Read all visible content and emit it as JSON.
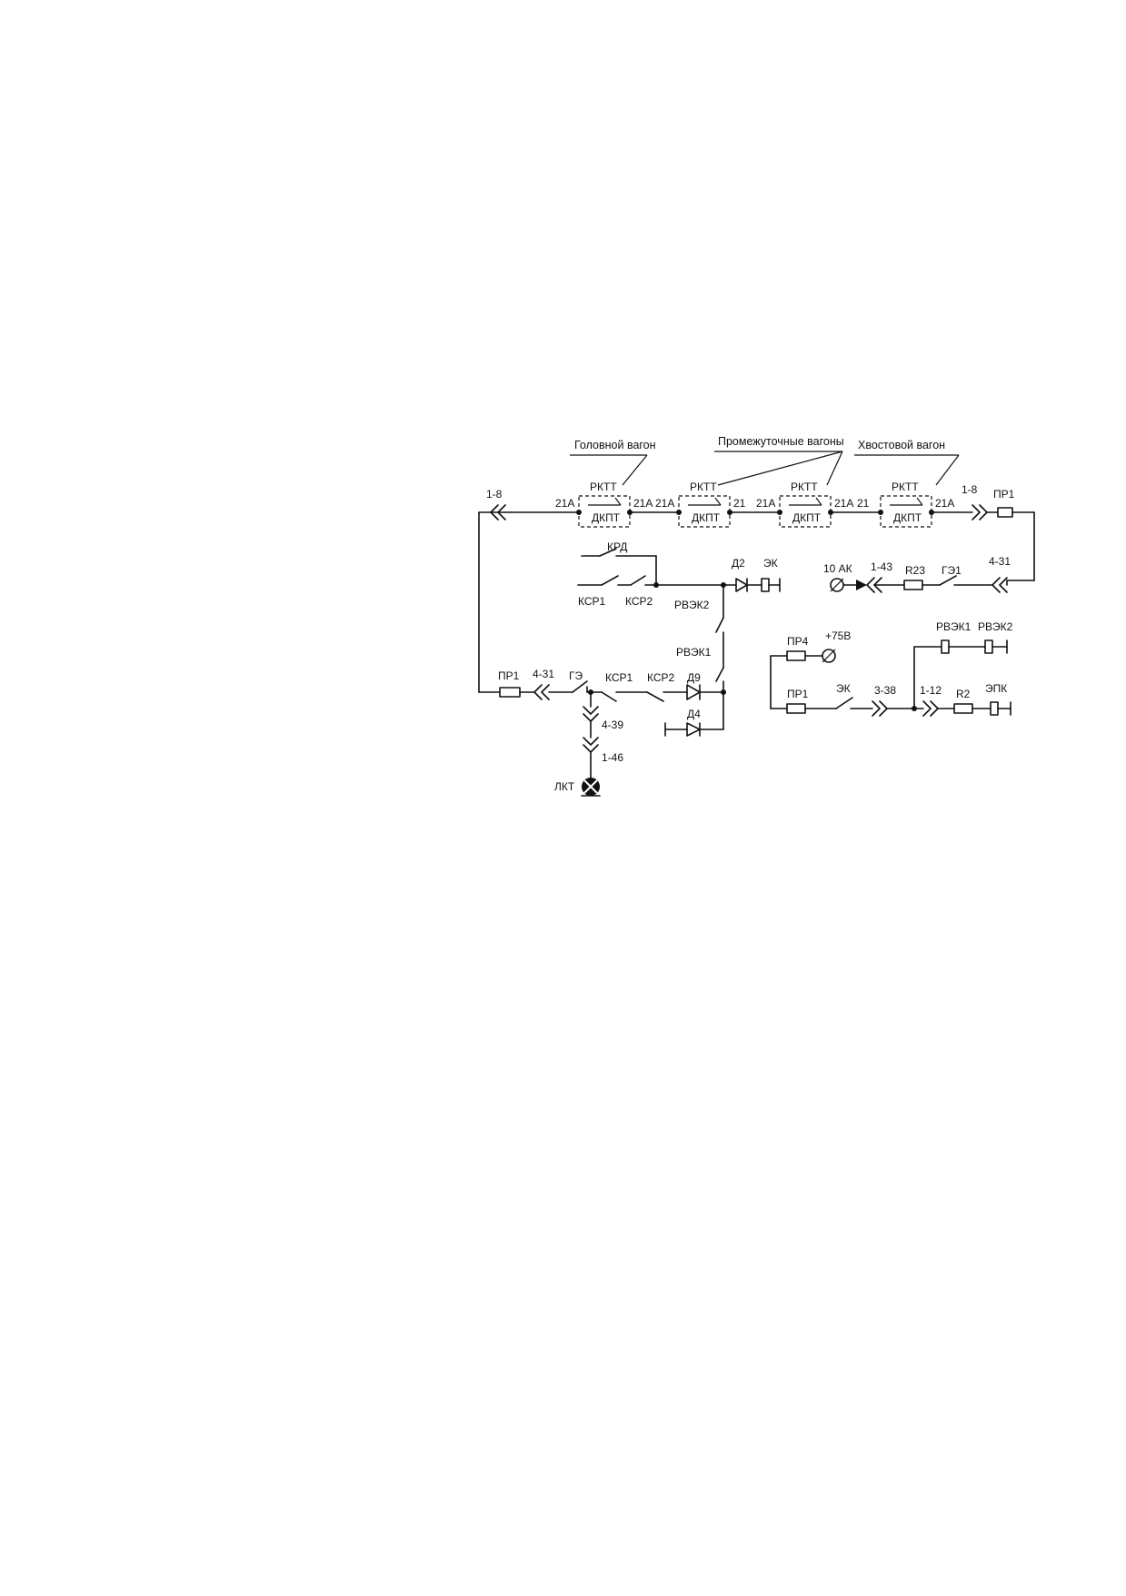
{
  "diagram": {
    "headers": {
      "head_car": "Головной вагон",
      "middle_cars": "Промежуточные вагоны",
      "tail_car": "Хвостовой вагон"
    },
    "modules": [
      {
        "relay": "РКТТ",
        "block": "ДКПТ",
        "left_wire": "21А",
        "right_wire": "21А"
      },
      {
        "relay": "РКТТ",
        "block": "ДКПТ",
        "left_wire": "21А",
        "right_wire": "21"
      },
      {
        "relay": "РКТТ",
        "block": "ДКПТ",
        "left_wire": "21А",
        "right_wire": "21А"
      },
      {
        "relay": "РКТТ",
        "block": "ДКПТ",
        "left_wire": "21",
        "right_wire": "21А"
      }
    ],
    "labels": {
      "conn_left_top": "1-8",
      "conn_right_top": "1-8",
      "fuse_right_top": "ПР1",
      "krd": "КРД",
      "ksr1_top": "КСР1",
      "ksr2_top": "КСР2",
      "d2": "Д2",
      "ek_coil": "ЭК",
      "rvek2": "РВЭК2",
      "rvek1": "РВЭК1",
      "ak10": "10 АК",
      "conn_143": "1-43",
      "r23": "R23",
      "ge1": "ГЭ1",
      "conn_431_right": "4-31",
      "pr1_left": "ПР1",
      "conn_431_left": "4-31",
      "ge_left": "ГЭ",
      "ksr1_bottom": "КСР1",
      "ksr2_bottom": "КСР2",
      "d9": "Д9",
      "d4": "Д4",
      "conn_439": "4-39",
      "conn_146": "1-46",
      "lkt": "ЛКТ",
      "pr4": "ПР4",
      "plus75": "+75В",
      "rvek1_coil": "РВЭК1",
      "rvek2_coil": "РВЭК2",
      "pr1_right": "ПР1",
      "ek_contact": "ЭК",
      "conn_338": "3-38",
      "conn_112": "1-12",
      "r2": "R2",
      "epk": "ЭПК"
    }
  }
}
